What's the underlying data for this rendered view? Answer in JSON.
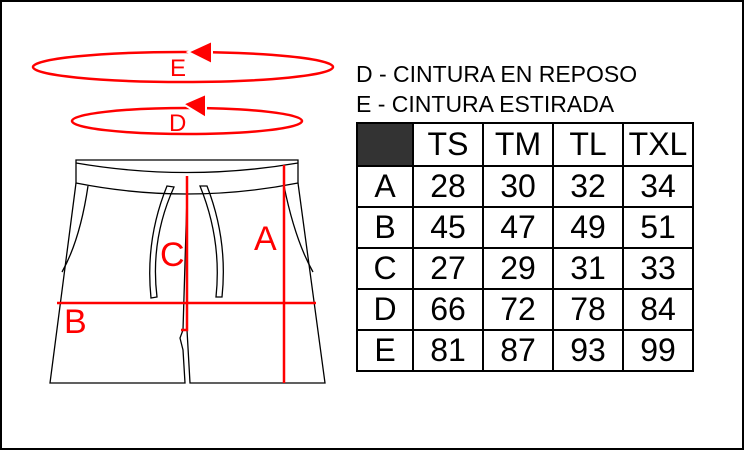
{
  "labels": {
    "A": "A",
    "B": "B",
    "C": "C",
    "D": "D",
    "E": "E"
  },
  "legend": [
    "D - CINTURA EN REPOSO",
    "E - CINTURA ESTIRADA"
  ],
  "table": {
    "headers": [
      "TS",
      "TM",
      "TL",
      "TXL"
    ],
    "rows": [
      {
        "label": "A",
        "values": [
          "28",
          "30",
          "32",
          "34"
        ]
      },
      {
        "label": "B",
        "values": [
          "45",
          "47",
          "49",
          "51"
        ]
      },
      {
        "label": "C",
        "values": [
          "27",
          "29",
          "31",
          "33"
        ]
      },
      {
        "label": "D",
        "values": [
          "66",
          "72",
          "78",
          "84"
        ]
      },
      {
        "label": "E",
        "values": [
          "81",
          "87",
          "93",
          "99"
        ]
      }
    ]
  },
  "colors": {
    "measure": "#ff0000",
    "outline": "#000000",
    "header_cell": "#333333"
  }
}
